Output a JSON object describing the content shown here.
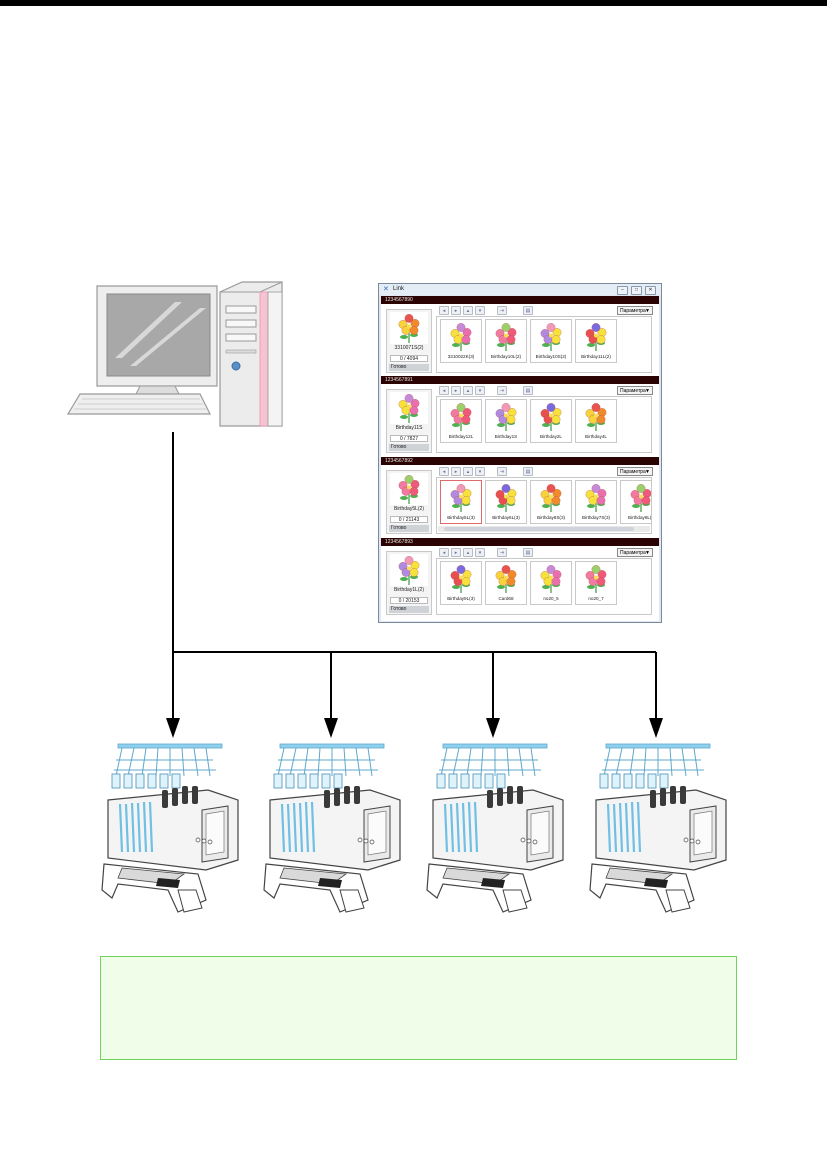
{
  "window": {
    "title": "Link",
    "controls": [
      "minimize-icon",
      "maximize-icon",
      "close-icon"
    ],
    "param_label": "Параметра",
    "panels": [
      {
        "machine_id": "1234567890",
        "current": {
          "name": "3310071S(2)",
          "count": "0 / 4094",
          "status": "Готово"
        },
        "queue": [
          "3310022K(3)",
          "Birthday10L(2)",
          "Birthday10S(2)",
          "Birthday11L(2)"
        ]
      },
      {
        "machine_id": "1234567891",
        "current": {
          "name": "Birthday11S",
          "count": "0 / 7827",
          "status": "Готово"
        },
        "queue": [
          "Birthday12L",
          "Birthday1S",
          "Birthday2L",
          "Birthday4L"
        ]
      },
      {
        "machine_id": "1234567892",
        "current": {
          "name": "Birthday5L(2)",
          "count": "0 / 21143",
          "status": "Готово"
        },
        "queue": [
          "Birthday5L(3)",
          "Birthday6L(3)",
          "Birthday6S(3)",
          "Birthday7S(3)",
          "Birthday8L(3"
        ],
        "has_scrollbar": true
      },
      {
        "machine_id": "1234567893",
        "current": {
          "name": "Birthday1L(2)",
          "count": "0 / 20153",
          "status": "Готово"
        },
        "queue": [
          "Birthday9L(3)",
          "Card68",
          "no20_5",
          "no20_7"
        ]
      }
    ]
  },
  "icons": {
    "computer": "desktop-computer-icon",
    "machine": "embroidery-machine-icon",
    "arrow": "arrow-down-icon"
  },
  "colors": {
    "panel_header": "#2c0303",
    "note_border": "#6fd45a",
    "note_fill": "#f0fde9",
    "machine_thread": "#8fd0ee",
    "computer_accent": "#f0a0b8"
  }
}
